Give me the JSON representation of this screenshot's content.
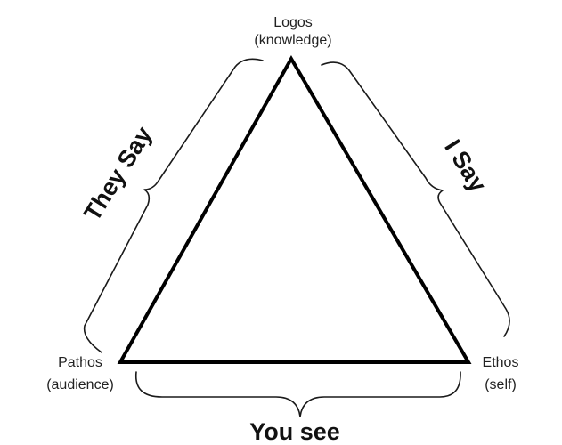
{
  "vertices": {
    "top": {
      "name": "Logos",
      "detail": "(knowledge)"
    },
    "bottom_left": {
      "name": "Pathos",
      "detail": "(audience)"
    },
    "bottom_right": {
      "name": "Ethos",
      "detail": "(self)"
    }
  },
  "sides": {
    "left": "They Say",
    "right": "I Say",
    "bottom": "You see"
  },
  "colors": {
    "background": "#ffffff",
    "lines": "#000000",
    "text": "#222222"
  }
}
